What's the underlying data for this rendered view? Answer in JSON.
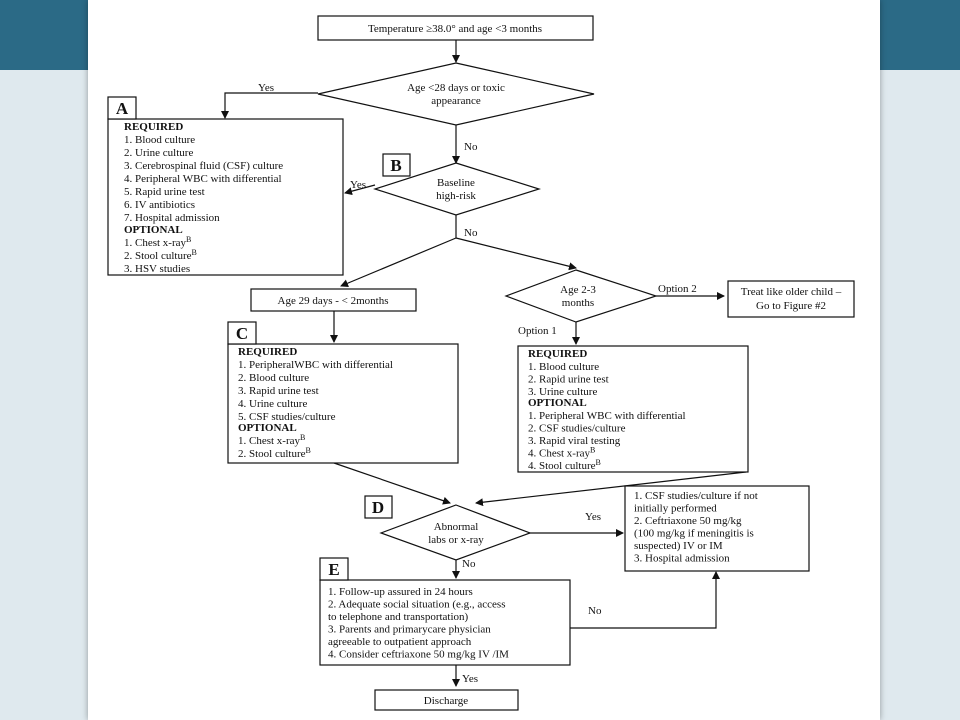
{
  "nodes": {
    "start": "Temperature ≥38.0° and age <3 months",
    "age28": [
      "Age <28 days or toxic",
      "appearance"
    ],
    "baseline": [
      "Baseline",
      "high-risk"
    ],
    "age29": "Age 29 days - < 2months",
    "age23": [
      "Age 2-3",
      "months"
    ],
    "older": [
      "Treat like older child –",
      "Go to Figure #2"
    ],
    "abnormal": [
      "Abnormal",
      "labs or x-ray"
    ],
    "discharge": "Discharge"
  },
  "edges": {
    "yes": "Yes",
    "no": "No",
    "option1": "Option 1",
    "option2": "Option 2"
  },
  "panels": {
    "A": {
      "letter": "A",
      "required_label": "REQUIRED",
      "required": [
        "1.  Blood culture",
        "2.  Urine culture",
        "3.  Cerebrospinal fluid (CSF) culture",
        "4. Peripheral WBC with differential",
        "5.  Rapid urine test",
        "6.  IV antibiotics",
        "7.  Hospital admission"
      ],
      "optional_label": "OPTIONAL",
      "optional": [
        "1.  Chest x-ray",
        "2.  Stool culture",
        "3.  HSV studies"
      ]
    },
    "B": {
      "letter": "B"
    },
    "C": {
      "letter": "C",
      "required_label": "REQUIRED",
      "required": [
        "1.  PeripheralWBC with differential",
        "2.  Blood culture",
        "3.  Rapid urine test",
        "4.  Urine culture",
        "5.  CSF studies/culture"
      ],
      "optional_label": "OPTIONAL",
      "optional": [
        "1.  Chest x-ray",
        "2.  Stool culture"
      ]
    },
    "opt1": {
      "required_label": "REQUIRED",
      "required": [
        "1.  Blood culture",
        "2.  Rapid urine test",
        "3.  Urine culture"
      ],
      "optional_label": "OPTIONAL",
      "optional": [
        "1.  Peripheral WBC with differential",
        "2.  CSF studies/culture",
        "3.  Rapid viral testing",
        "4.  Chest x-ray",
        "4.  Stool culture"
      ]
    },
    "D": {
      "letter": "D"
    },
    "E": {
      "letter": "E",
      "items": [
        "1.  Follow-up assured in 24 hours",
        "2.  Adequate social situation (e.g., access",
        "to telephone and transportation)",
        "3.  Parents and primarycare physician",
        "agreeable to outpatient approach",
        "4.  Consider ceftriaxone 50 mg/kg IV /IM"
      ]
    },
    "treat": {
      "items": [
        "1.  CSF studies/culture if not",
        "initially performed",
        "2.  Ceftriaxone 50 mg/kg",
        "(100 mg/kg if meningitis is",
        "suspected) IV or IM",
        "3.  Hospital admission"
      ]
    }
  },
  "superscript": "B",
  "colors": {
    "slide_bg": "#2b6a86",
    "page": "#ffffff",
    "ink": "#111111"
  }
}
